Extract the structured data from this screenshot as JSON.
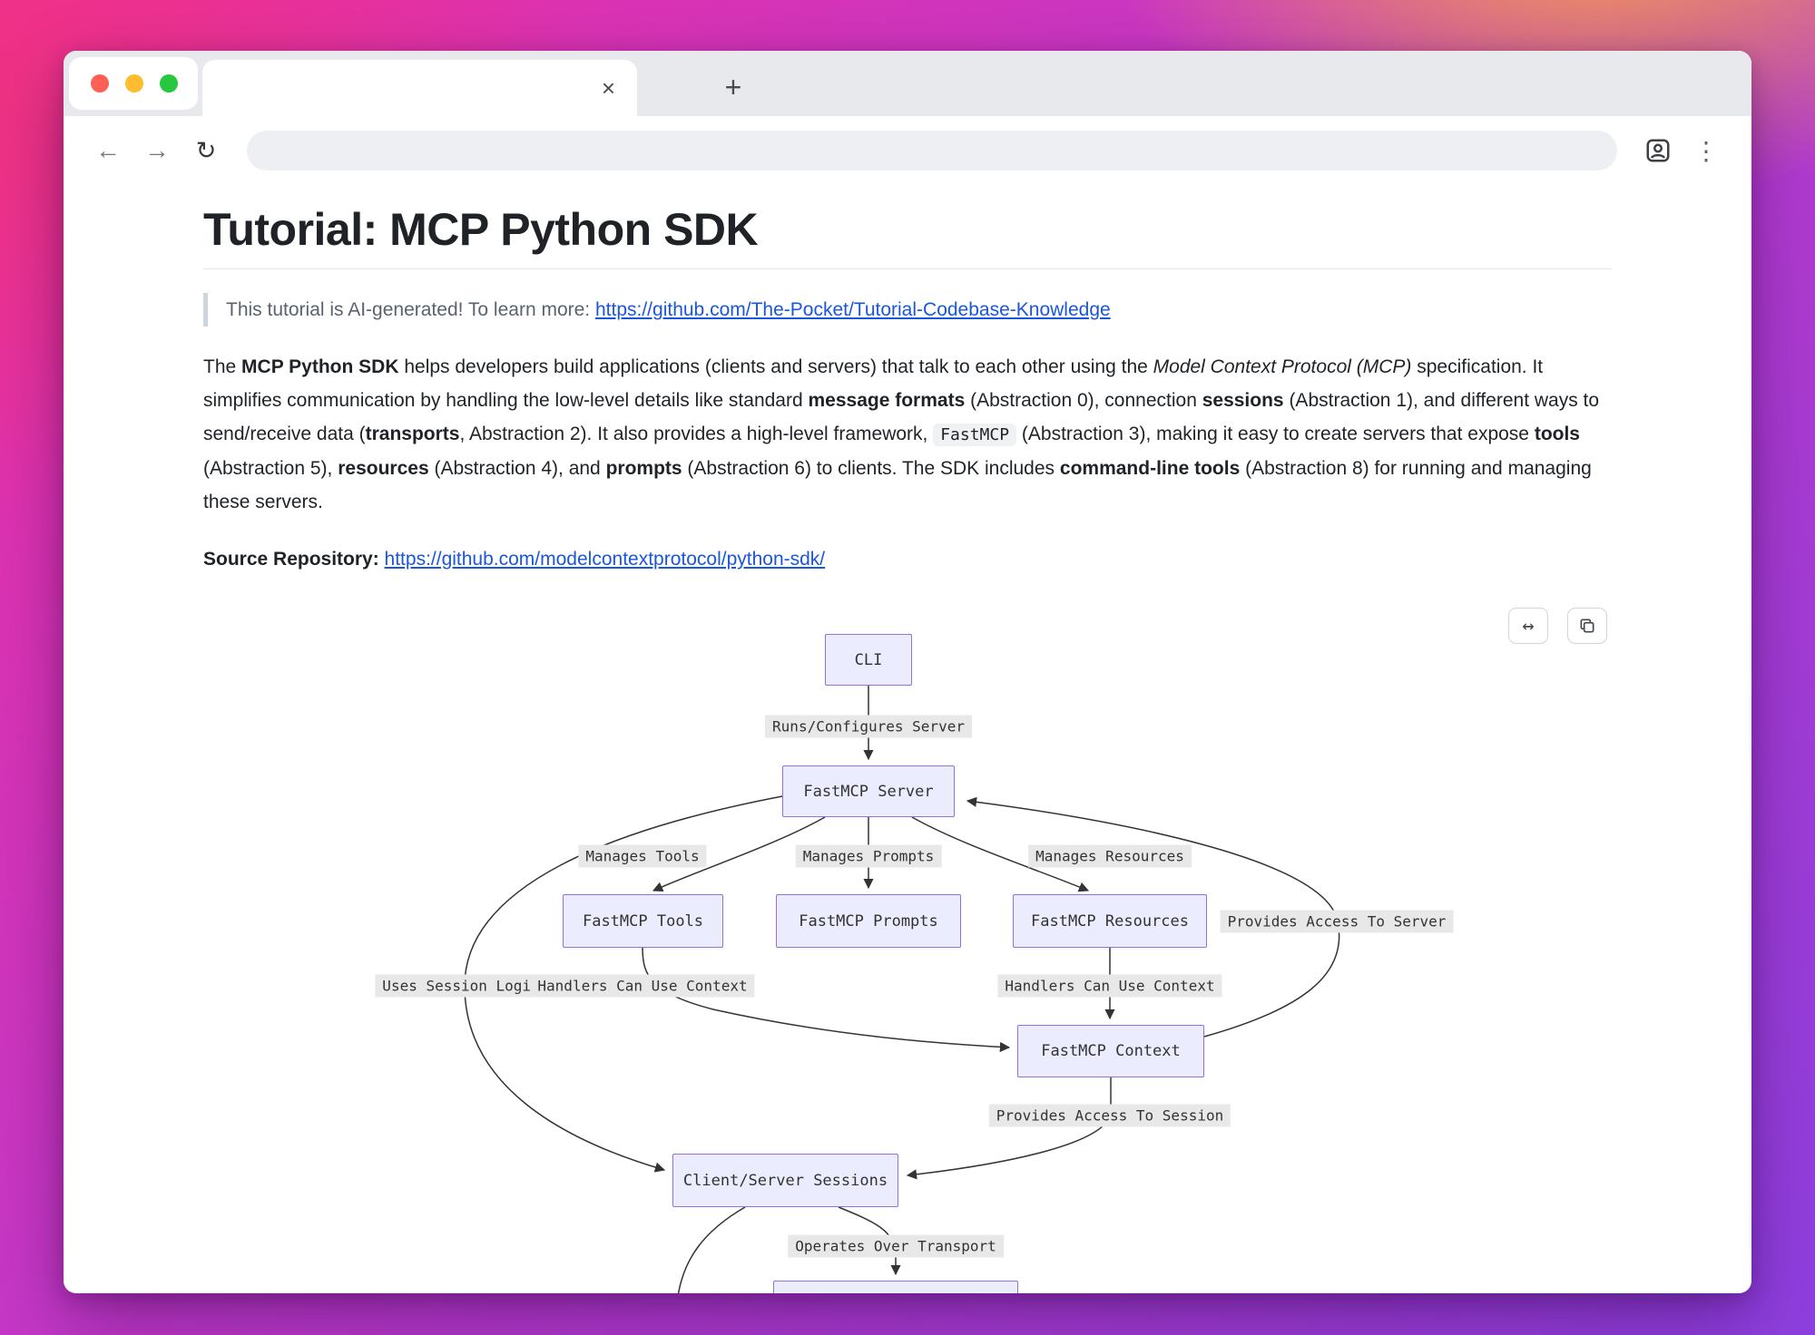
{
  "colors": {
    "link": "#1a56db",
    "node_fill": "#ECECFF",
    "node_border": "#9370DB",
    "edge": "#333333",
    "label_bg": "#e8e8e8"
  },
  "browser": {
    "tab_title": "",
    "tab_close_glyph": "×",
    "new_tab_glyph": "+",
    "back_glyph": "←",
    "forward_glyph": "→",
    "reload_glyph": "↻",
    "menu_glyph": "⋮",
    "address_value": "",
    "address_placeholder": ""
  },
  "page": {
    "title": "Tutorial: MCP Python SDK",
    "callout_text": "This tutorial is AI-generated! To learn more: ",
    "callout_link": "https://github.com/The-Pocket/Tutorial-Codebase-Knowledge",
    "source_label": "Source Repository: ",
    "source_link": "https://github.com/modelcontextprotocol/python-sdk/",
    "intro_segments": [
      {
        "t": "The "
      },
      {
        "t": "MCP Python SDK",
        "b": true
      },
      {
        "t": " helps developers build applications (clients and servers) that talk to each other using the "
      },
      {
        "t": "Model Context Protocol (MCP)",
        "i": true
      },
      {
        "t": " specification. It simplifies communication by handling the low-level details like standard "
      },
      {
        "t": "message formats",
        "b": true
      },
      {
        "t": " (Abstraction 0), connection "
      },
      {
        "t": "sessions",
        "b": true
      },
      {
        "t": " (Abstraction 1), and different ways to send/receive data ("
      },
      {
        "t": "transports",
        "b": true
      },
      {
        "t": ", Abstraction 2). It also provides a high-level framework, "
      },
      {
        "t": "FastMCP",
        "code": true
      },
      {
        "t": " (Abstraction 3), making it easy to create servers that expose "
      },
      {
        "t": "tools",
        "b": true
      },
      {
        "t": " (Abstraction 5), "
      },
      {
        "t": "resources",
        "b": true
      },
      {
        "t": " (Abstraction 4), and "
      },
      {
        "t": "prompts",
        "b": true
      },
      {
        "t": " (Abstraction 6) to clients. The SDK includes "
      },
      {
        "t": "command-line tools",
        "b": true
      },
      {
        "t": " (Abstraction 8) for running and managing these servers."
      }
    ]
  },
  "diagram": {
    "controls": {
      "expand_glyph": "↔"
    },
    "nodes": [
      {
        "id": "cli",
        "label": "CLI"
      },
      {
        "id": "server",
        "label": "FastMCP Server"
      },
      {
        "id": "tools",
        "label": "FastMCP Tools"
      },
      {
        "id": "prompts",
        "label": "FastMCP Prompts"
      },
      {
        "id": "resources",
        "label": "FastMCP Resources"
      },
      {
        "id": "context",
        "label": "FastMCP Context"
      },
      {
        "id": "sessions",
        "label": "Client/Server Sessions"
      },
      {
        "id": "transport-partial",
        "label": ""
      }
    ],
    "edge_labels": [
      "Runs/Configures Server",
      "Manages Tools",
      "Manages Prompts",
      "Manages Resources",
      "Provides Access To Server",
      "Uses Session Logic",
      "Handlers Can Use Context",
      "Handlers Can Use Context",
      "Provides Access To Session",
      "Operates Over Transport"
    ]
  }
}
